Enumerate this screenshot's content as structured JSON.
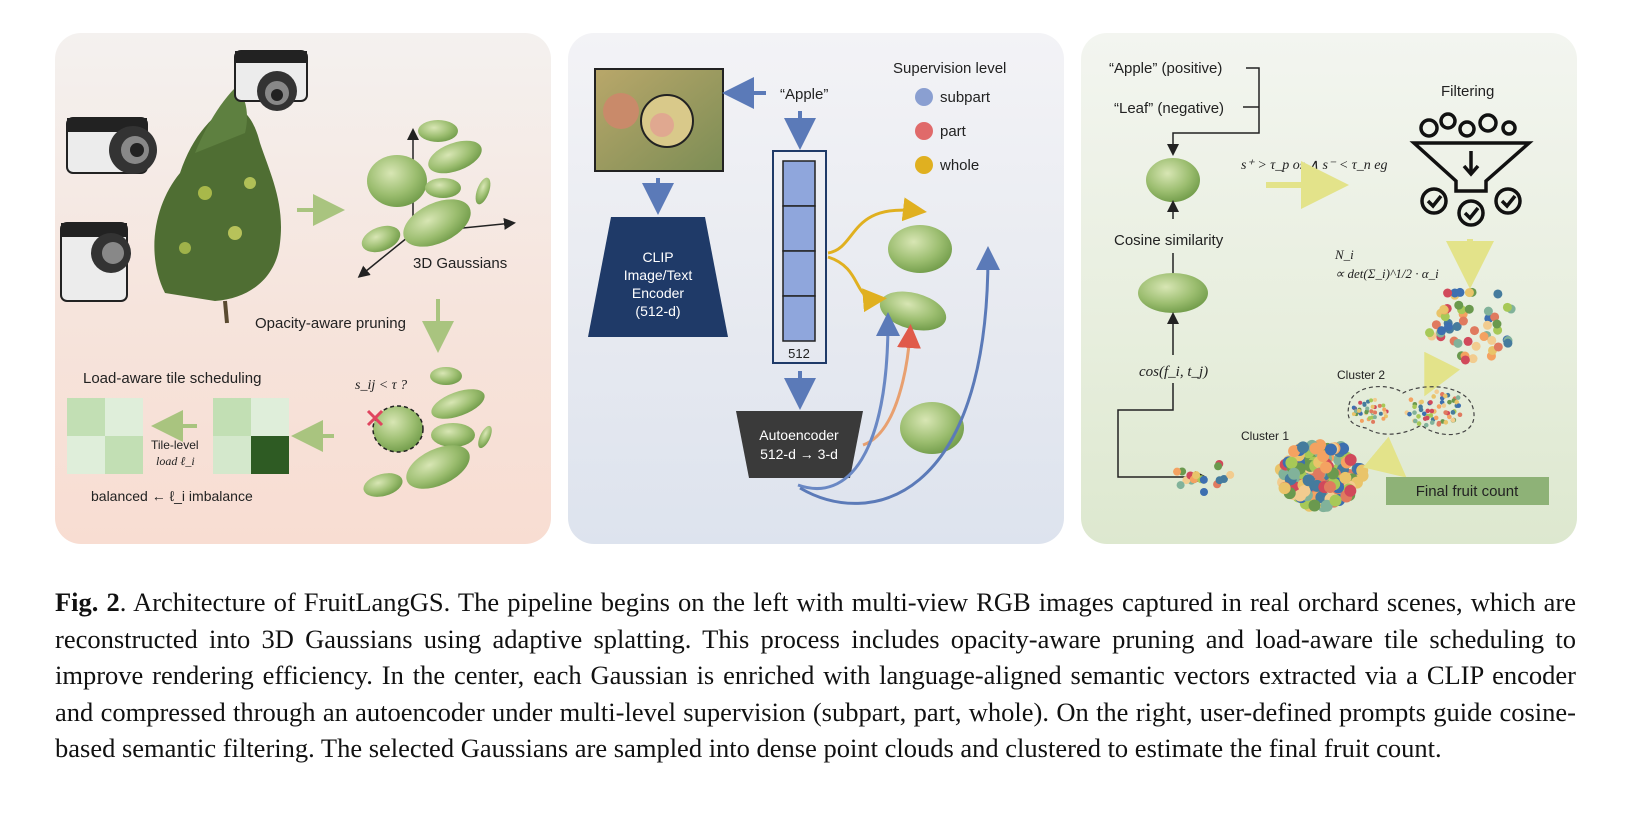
{
  "left": {
    "gaussians_label": "3D Gaussians",
    "pruning_label": "Opacity-aware pruning",
    "pruning_condition": "s_ij < τ ?",
    "scheduling_label": "Load-aware tile scheduling",
    "tile_level_line1": "Tile-level",
    "tile_level_line2": "load ℓ_i",
    "balanced_label": "balanced ← ℓ_i imbalance"
  },
  "center": {
    "apple_prompt": "“Apple”",
    "clip_line1": "CLIP",
    "clip_line2": "Image/Text",
    "clip_line3": "Encoder",
    "clip_line4": "(512-d)",
    "vector_dim": "512",
    "autoencoder_line1": "Autoencoder",
    "autoencoder_line2": "512-d → 3-d",
    "supervision_title": "Supervision level",
    "levels": [
      {
        "label": "subpart",
        "color": "#8a9fd1"
      },
      {
        "label": "part",
        "color": "#e06a6a"
      },
      {
        "label": "whole",
        "color": "#e0b020"
      }
    ]
  },
  "right": {
    "positive_prompt": "“Apple” (positive)",
    "negative_prompt": "“Leaf” (negative)",
    "filter_condition": "s⁺ > τ_p os ∧ s⁻ < τ_n eg",
    "filtering_label": "Filtering",
    "cosine_label": "Cosine similarity",
    "cosine_formula": "cos(f_i, t_j)",
    "ni_line1": "N_i",
    "ni_line2": "∝ det(Σ_i)^1/2 · α_i",
    "cluster2_label": "Cluster 2",
    "cluster1_label": "Cluster 1",
    "final_count_label": "Final fruit count"
  },
  "caption": {
    "fig_label": "Fig. 2",
    "text": ".  Architecture of FruitLangGS. The pipeline begins on the left with multi-view RGB images captured in real orchard scenes, which are reconstructed into 3D Gaussians using adaptive splatting. This process includes opacity-aware pruning and load-aware tile scheduling to improve rendering efficiency.  In the center, each Gaussian is enriched with language-aligned semantic vectors extracted via a CLIP encoder and compressed through an autoencoder under multi-level supervision (subpart, part, whole). On the right, user-defined prompts guide cosine-based semantic filtering. The selected Gaussians are sampled into dense point clouds and clustered to estimate the final fruit count."
  }
}
